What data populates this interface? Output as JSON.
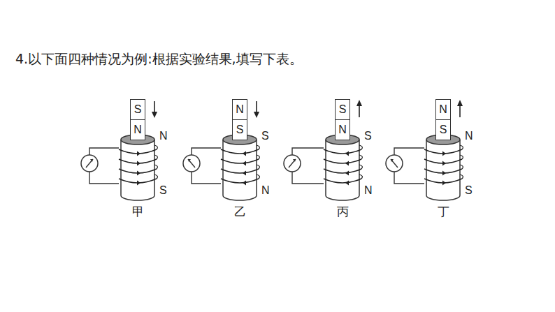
{
  "diagram": {
    "title": "4.以下面四种情况为例:根据实验结果,填写下表。",
    "nodes": [
      {
        "text": [
          "S"
        ]
      },
      {
        "text": [
          "N"
        ]
      },
      {
        "text": [
          "N"
        ]
      },
      {
        "text": [
          "S"
        ]
      },
      {
        "text": [
          "S"
        ]
      },
      {
        "text": [
          "N"
        ]
      },
      {
        "text": [
          "N"
        ]
      },
      {
        "text": [
          "S"
        ]
      }
    ],
    "labels": [
      "N",
      "S",
      "甲",
      "S",
      "N",
      "乙",
      "S",
      "N",
      "丙",
      "N",
      "S",
      "丁"
    ]
  }
}
